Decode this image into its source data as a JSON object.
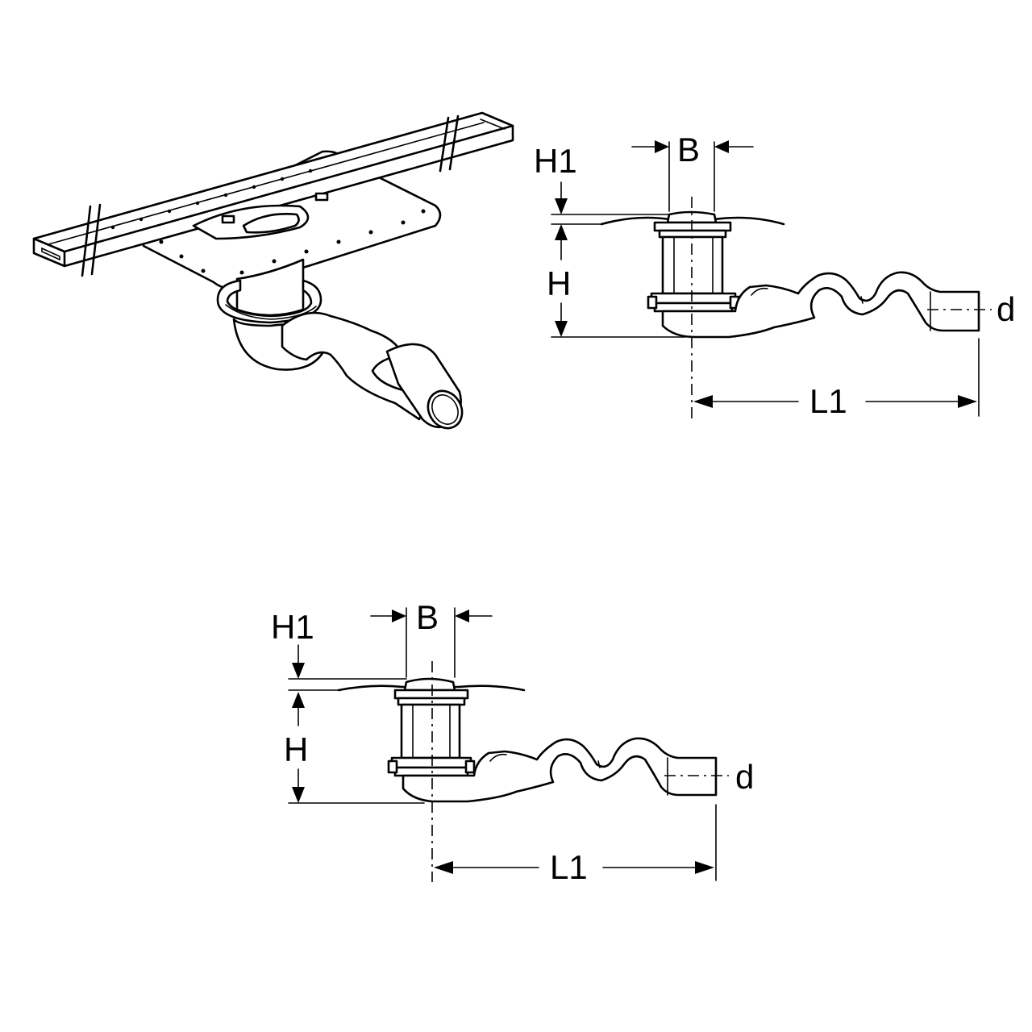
{
  "drawings": {
    "isometric": {
      "name": "isometric-view"
    },
    "side_view_top": {
      "labels": {
        "H1": "H1",
        "H": "H",
        "B": "B",
        "L1": "L1",
        "d": "d"
      }
    },
    "side_view_bottom": {
      "labels": {
        "H1": "H1",
        "H": "H",
        "B": "B",
        "L1": "L1",
        "d": "d"
      }
    }
  },
  "colors": {
    "ink": "#000000",
    "paper": "#ffffff"
  }
}
